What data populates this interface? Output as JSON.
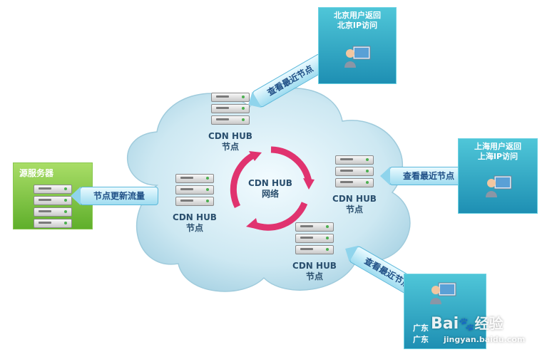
{
  "source": {
    "label": "源服务器"
  },
  "arrows": {
    "update": "节点更新流量",
    "top": "查看最近节点",
    "right": "查看最近节点",
    "bottom": "查看最近节点"
  },
  "hubs": {
    "top": {
      "line1": "CDN HUB",
      "line2": "节点"
    },
    "left": {
      "line1": "CDN HUB",
      "line2": "节点"
    },
    "right": {
      "line1": "CDN HUB",
      "line2": "节点"
    },
    "bottom": {
      "line1": "CDN HUB",
      "line2": "节点"
    }
  },
  "network": {
    "line1": "CDN HUB",
    "line2": "网络"
  },
  "users": {
    "beijing": {
      "line1": "北京用户返回",
      "line2": "北京IP访问"
    },
    "shanghai": {
      "line1": "上海用户返回",
      "line2": "上海IP访问"
    },
    "guangzhou": {
      "line1": "广东",
      "line2": "广东"
    }
  },
  "watermark": {
    "brand": "Bai",
    "brand2": "经验",
    "url": "jingyan.baidu.com"
  },
  "colors": {
    "cloud": "#cfe9f3",
    "ring": "#e0336f",
    "user_box": "#27a3c4",
    "source_box": "#6cbf33"
  }
}
